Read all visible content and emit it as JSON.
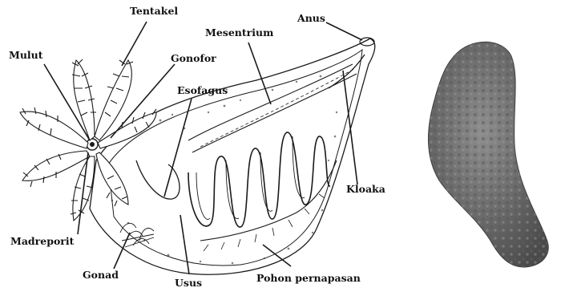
{
  "labels": {
    "tentakel": "Tentakel",
    "mulut": "Mulut",
    "gonofor": "Gonofor",
    "mesentrium": "Mesentrium",
    "anus": "Anus",
    "esofagus": "Esofagus",
    "kloaka": "Kloaka",
    "madreporit": "Madreporit",
    "gonad": "Gonad",
    "usus": "Usus",
    "pohon_pernapasan": "Pohon pernapasan"
  },
  "colors": {
    "line": "#1a1a1a",
    "specimen_dark": "#4a4a4a",
    "specimen_light": "#8e8e8e",
    "background": "#ffffff"
  }
}
